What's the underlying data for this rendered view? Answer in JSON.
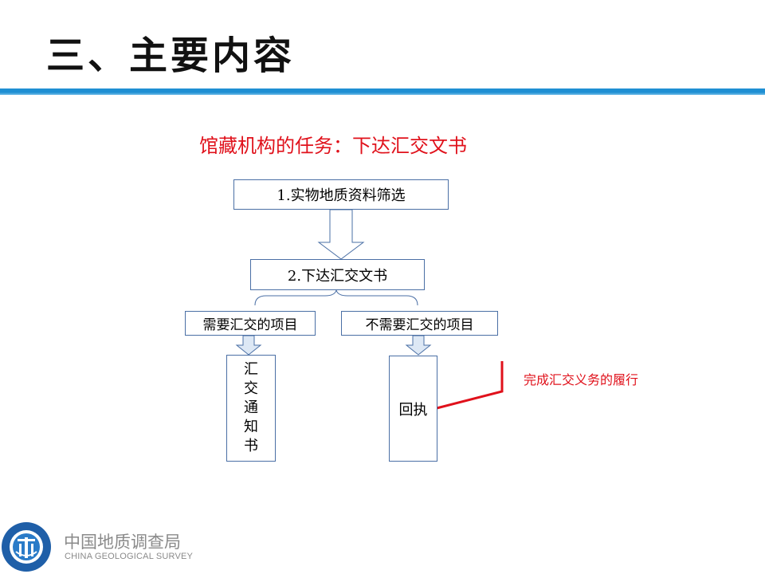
{
  "slide": {
    "title": "三、主要内容",
    "subtitle": "馆藏机构的任务：下达汇交文书"
  },
  "flow": {
    "step1": "1.实物地质资料筛选",
    "step2": "2.下达汇交文书",
    "branch_left": "需要汇交的项目",
    "branch_right": "不需要汇交的项目",
    "left_result_chars": [
      "汇",
      "交",
      "通",
      "知",
      "书"
    ],
    "right_result": "回执",
    "note": "完成汇交义务的履行"
  },
  "footer": {
    "org_cn": "中国地质调查局",
    "org_en": "CHINA GEOLOGICAL SURVEY"
  },
  "colors": {
    "accent_red": "#e0111b",
    "band_blue": "#1f8fd3",
    "box_border": "#4a6fa5",
    "arrow_fill": "#dde8f5"
  }
}
